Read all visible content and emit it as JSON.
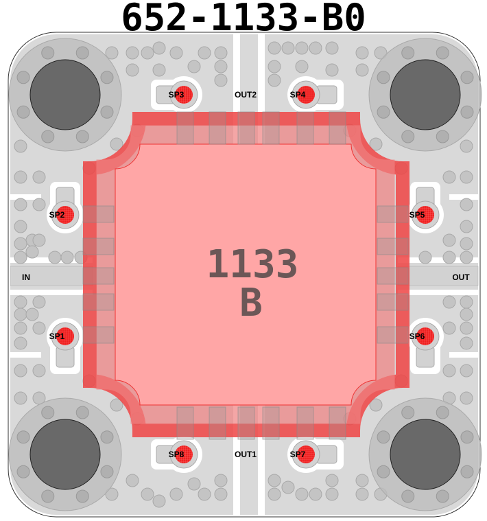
{
  "title": "652-1133-B0",
  "die": {
    "line1": "1133",
    "line2": "B"
  },
  "ports": {
    "in": "IN",
    "out": "OUT",
    "out1": "OUT1",
    "out2": "OUT2"
  },
  "test_points": [
    "SP1",
    "SP2",
    "SP3",
    "SP4",
    "SP5",
    "SP6",
    "SP7",
    "SP8"
  ],
  "colors": {
    "board": "#d9d9d9",
    "via": "#c2c2c2",
    "hole": "#696969",
    "frame": "#ee5555",
    "die": "#ffa6a6",
    "test_point": "#ee2222"
  }
}
